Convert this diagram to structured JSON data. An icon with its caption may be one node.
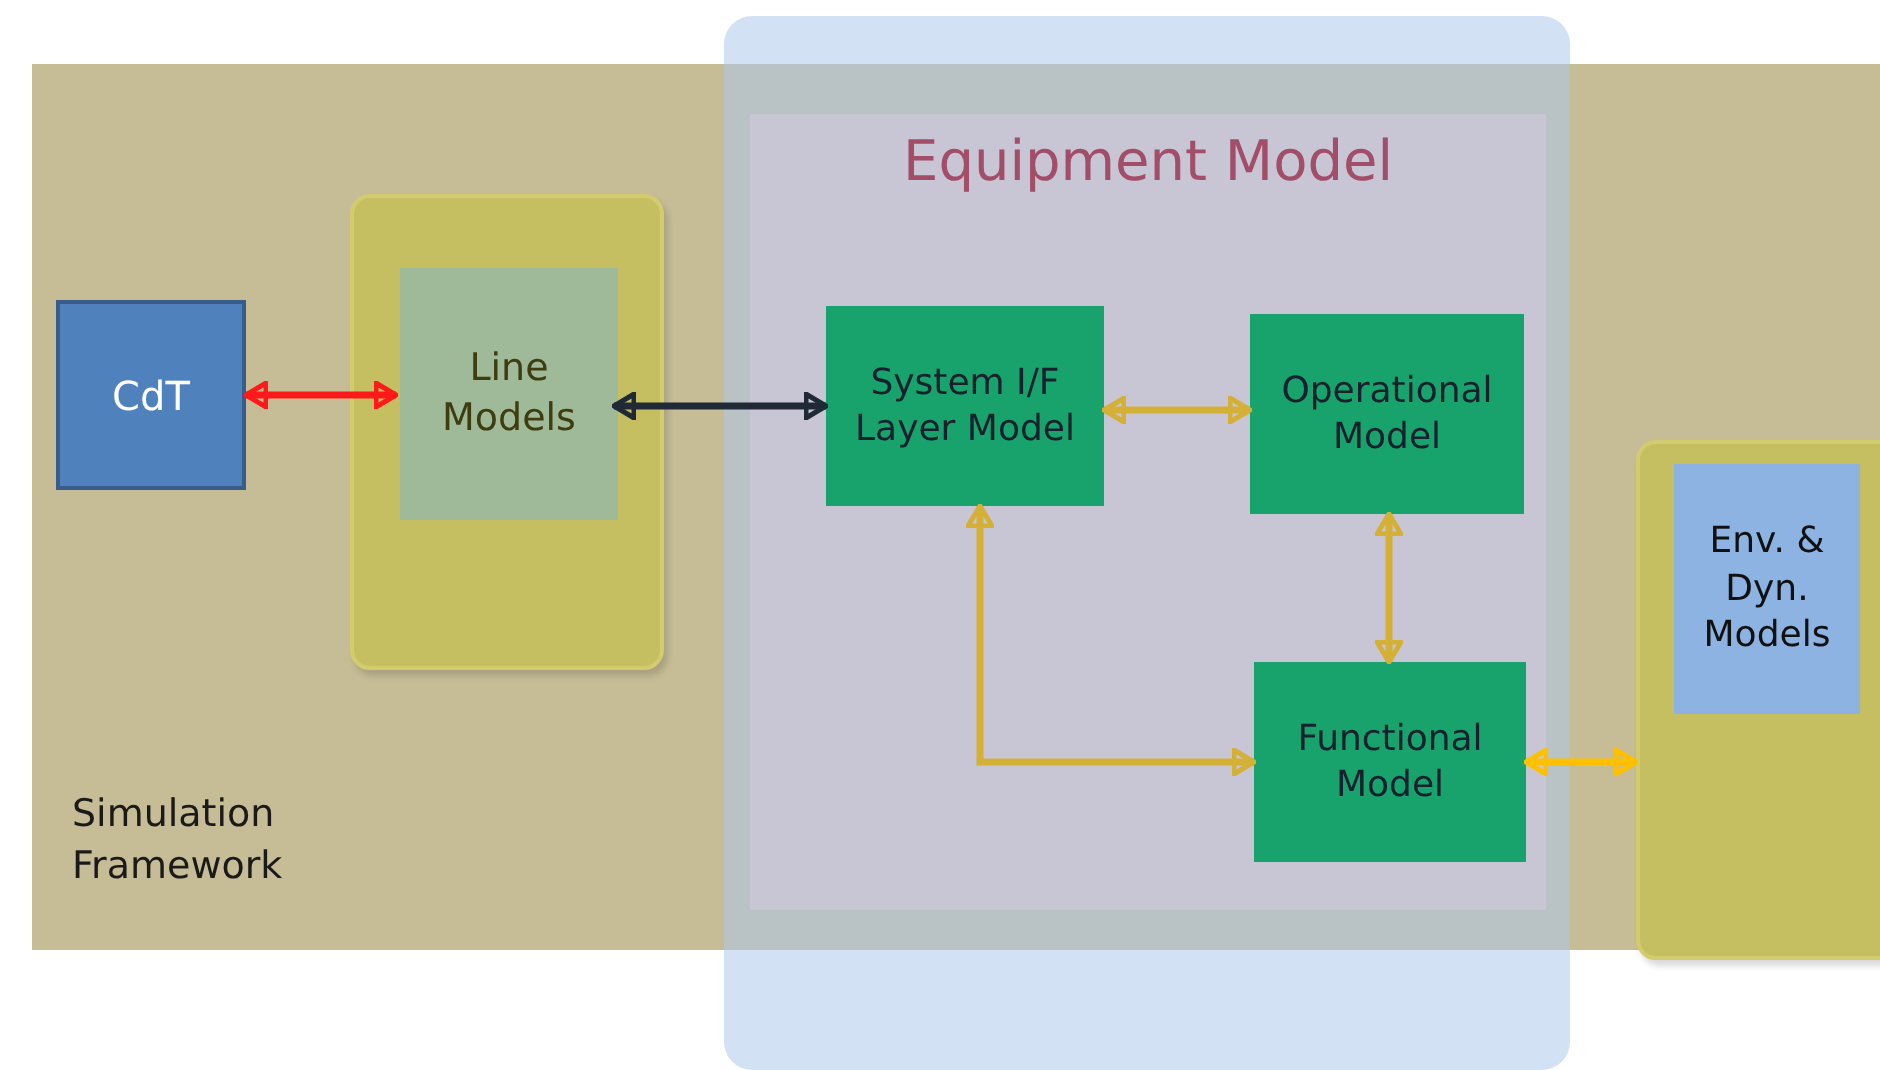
{
  "diagram": {
    "nodes": [
      {
        "text": [
          "Simulation Framework"
        ]
      },
      {
        "text": [
          "CdT"
        ],
        "in": 0
      },
      {
        "text": [],
        "shape": "box",
        "in": 0
      },
      {
        "text": [
          "Line Models"
        ],
        "in": 2
      },
      {
        "text": [
          "Equipment Model"
        ],
        "in": 0
      },
      {
        "text": [
          "System I/F Layer Model"
        ],
        "in": 4
      },
      {
        "text": [
          "Operational Model"
        ],
        "in": 4
      },
      {
        "text": [
          "Functional Model"
        ],
        "in": 4
      },
      {
        "text": [],
        "shape": "box"
      },
      {
        "text": [
          "Env. & Dyn. Models"
        ],
        "in": 8
      }
    ],
    "edges": [
      {
        "from": 1,
        "to": 3,
        "arrow": "both",
        "color": "#ff1a1a"
      },
      {
        "from": 3,
        "to": 5,
        "arrow": "both",
        "color": "#1f2a36"
      },
      {
        "from": 5,
        "to": 6,
        "arrow": "both"
      },
      {
        "from": 6,
        "to": 7,
        "arrow": "both"
      },
      {
        "from": 5,
        "to": 7,
        "arrow": "both"
      },
      {
        "from": 7,
        "to": 8,
        "arrow": "both",
        "color": "#ffc000"
      }
    ]
  }
}
